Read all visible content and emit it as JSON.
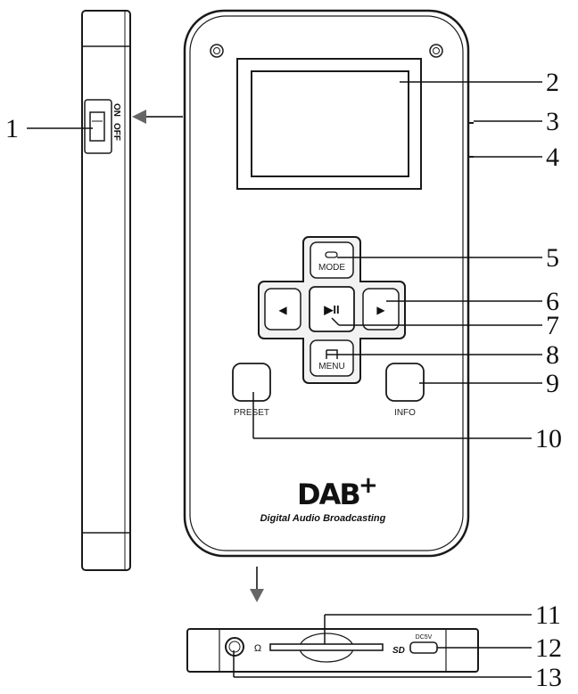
{
  "callouts": [
    "1",
    "2",
    "3",
    "4",
    "5",
    "6",
    "7",
    "8",
    "9",
    "10",
    "11",
    "12",
    "13"
  ],
  "switch": {
    "on": "ON",
    "off": "OFF"
  },
  "buttons": {
    "mode": "MODE",
    "menu": "MENU",
    "preset": "PRESET",
    "info": "INFO",
    "play_pause": "▶II",
    "left": "◀",
    "right": "▶"
  },
  "logo": {
    "text": "DAB",
    "plus": "+",
    "tagline": "Digital Audio Broadcasting"
  },
  "bottom": {
    "dc_label": "DC5V",
    "sd_label": "SD",
    "headphone": "Ω"
  },
  "colors": {
    "line": "#1a1a1a",
    "device_fill": "#ffffff",
    "shade": "#d9d9d9"
  }
}
